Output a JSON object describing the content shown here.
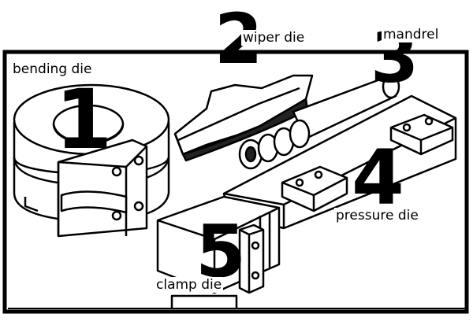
{
  "parts": [
    {
      "number": "1",
      "label": "bending die"
    },
    {
      "number": "2",
      "label": "wiper die"
    },
    {
      "number": "3",
      "label": "mandrel"
    },
    {
      "number": "4",
      "label": "pressure die"
    },
    {
      "number": "5",
      "label": "clamp die"
    }
  ]
}
